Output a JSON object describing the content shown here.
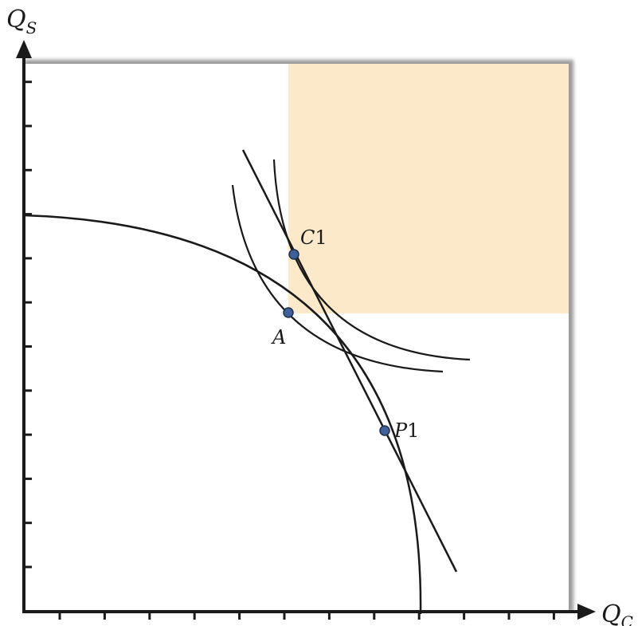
{
  "diagram": {
    "y_axis_label": {
      "main": "Q",
      "sub": "S"
    },
    "x_axis_label": {
      "main": "Q",
      "sub": "C"
    },
    "points": [
      {
        "id": "A",
        "letter": "A",
        "suffix": ""
      },
      {
        "id": "C1",
        "letter": "C",
        "suffix": "1"
      },
      {
        "id": "P1",
        "letter": "P",
        "suffix": "1"
      }
    ],
    "colors": {
      "shaded_region": "#fbe9c9",
      "curves": "#1a1a1a",
      "point_fill": "#3d5f9a",
      "point_stroke": "#1f2f50",
      "frame_shadow": "#9a9a9a"
    }
  }
}
